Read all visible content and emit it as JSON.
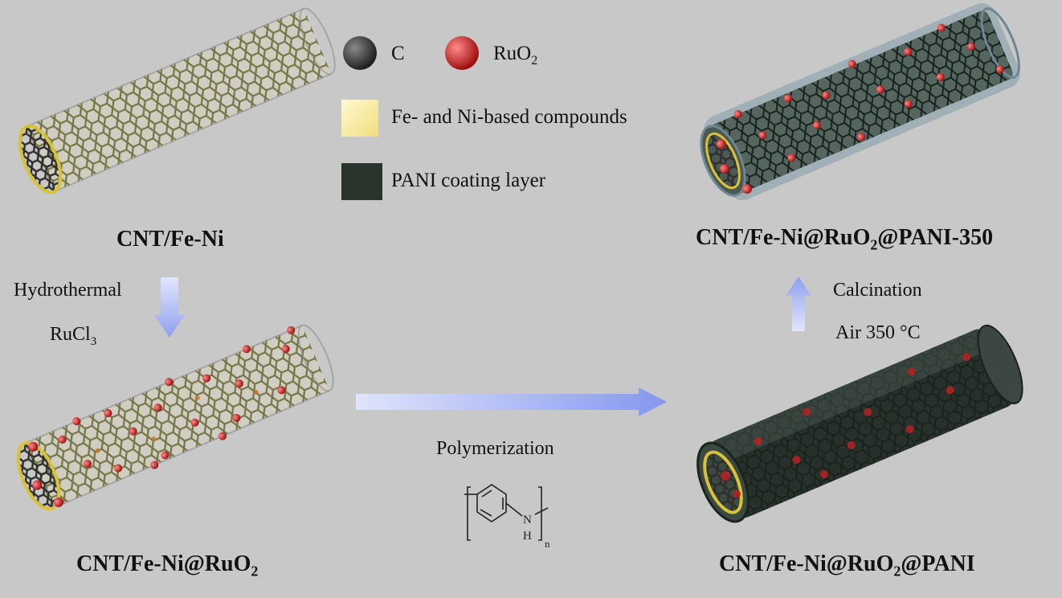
{
  "legend": {
    "items": [
      {
        "label": "C",
        "color": "#3d3d3d"
      },
      {
        "label": "RuO",
        "sub": "2",
        "color": "#d42a2a"
      },
      {
        "label": "Fe- and Ni-based compounds",
        "color": "#f7e9a0"
      },
      {
        "label": "PANI coating layer",
        "color": "#2a332c"
      }
    ]
  },
  "captions": {
    "cnt": "CNT/Fe-Ni",
    "ruo2": {
      "pre": "CNT/Fe-Ni@RuO",
      "sub": "2",
      "post": ""
    },
    "pani": {
      "pre": "CNT/Fe-Ni@RuO",
      "sub": "2",
      "post": "@PANI"
    },
    "pani350": {
      "pre": "CNT/Fe-Ni@RuO",
      "sub": "2",
      "post": "@PANI-350"
    }
  },
  "steps": {
    "hydrothermal": {
      "line1": "Hydrothermal",
      "reagent": "RuCl",
      "reagent_sub": "3"
    },
    "polymerization": {
      "label": "Polymerization",
      "monomer_atoms": {
        "n": "N",
        "h": "H",
        "repeat": "n"
      }
    },
    "calcination": {
      "line1": "Calcination",
      "line2": "Air 350 °C"
    }
  },
  "colors": {
    "background": "#c8c8c8",
    "arrow": "#a9b6f2",
    "lattice": "#5b5b2b",
    "ruo2": "#d42a2a",
    "pani": "#2a332c"
  }
}
